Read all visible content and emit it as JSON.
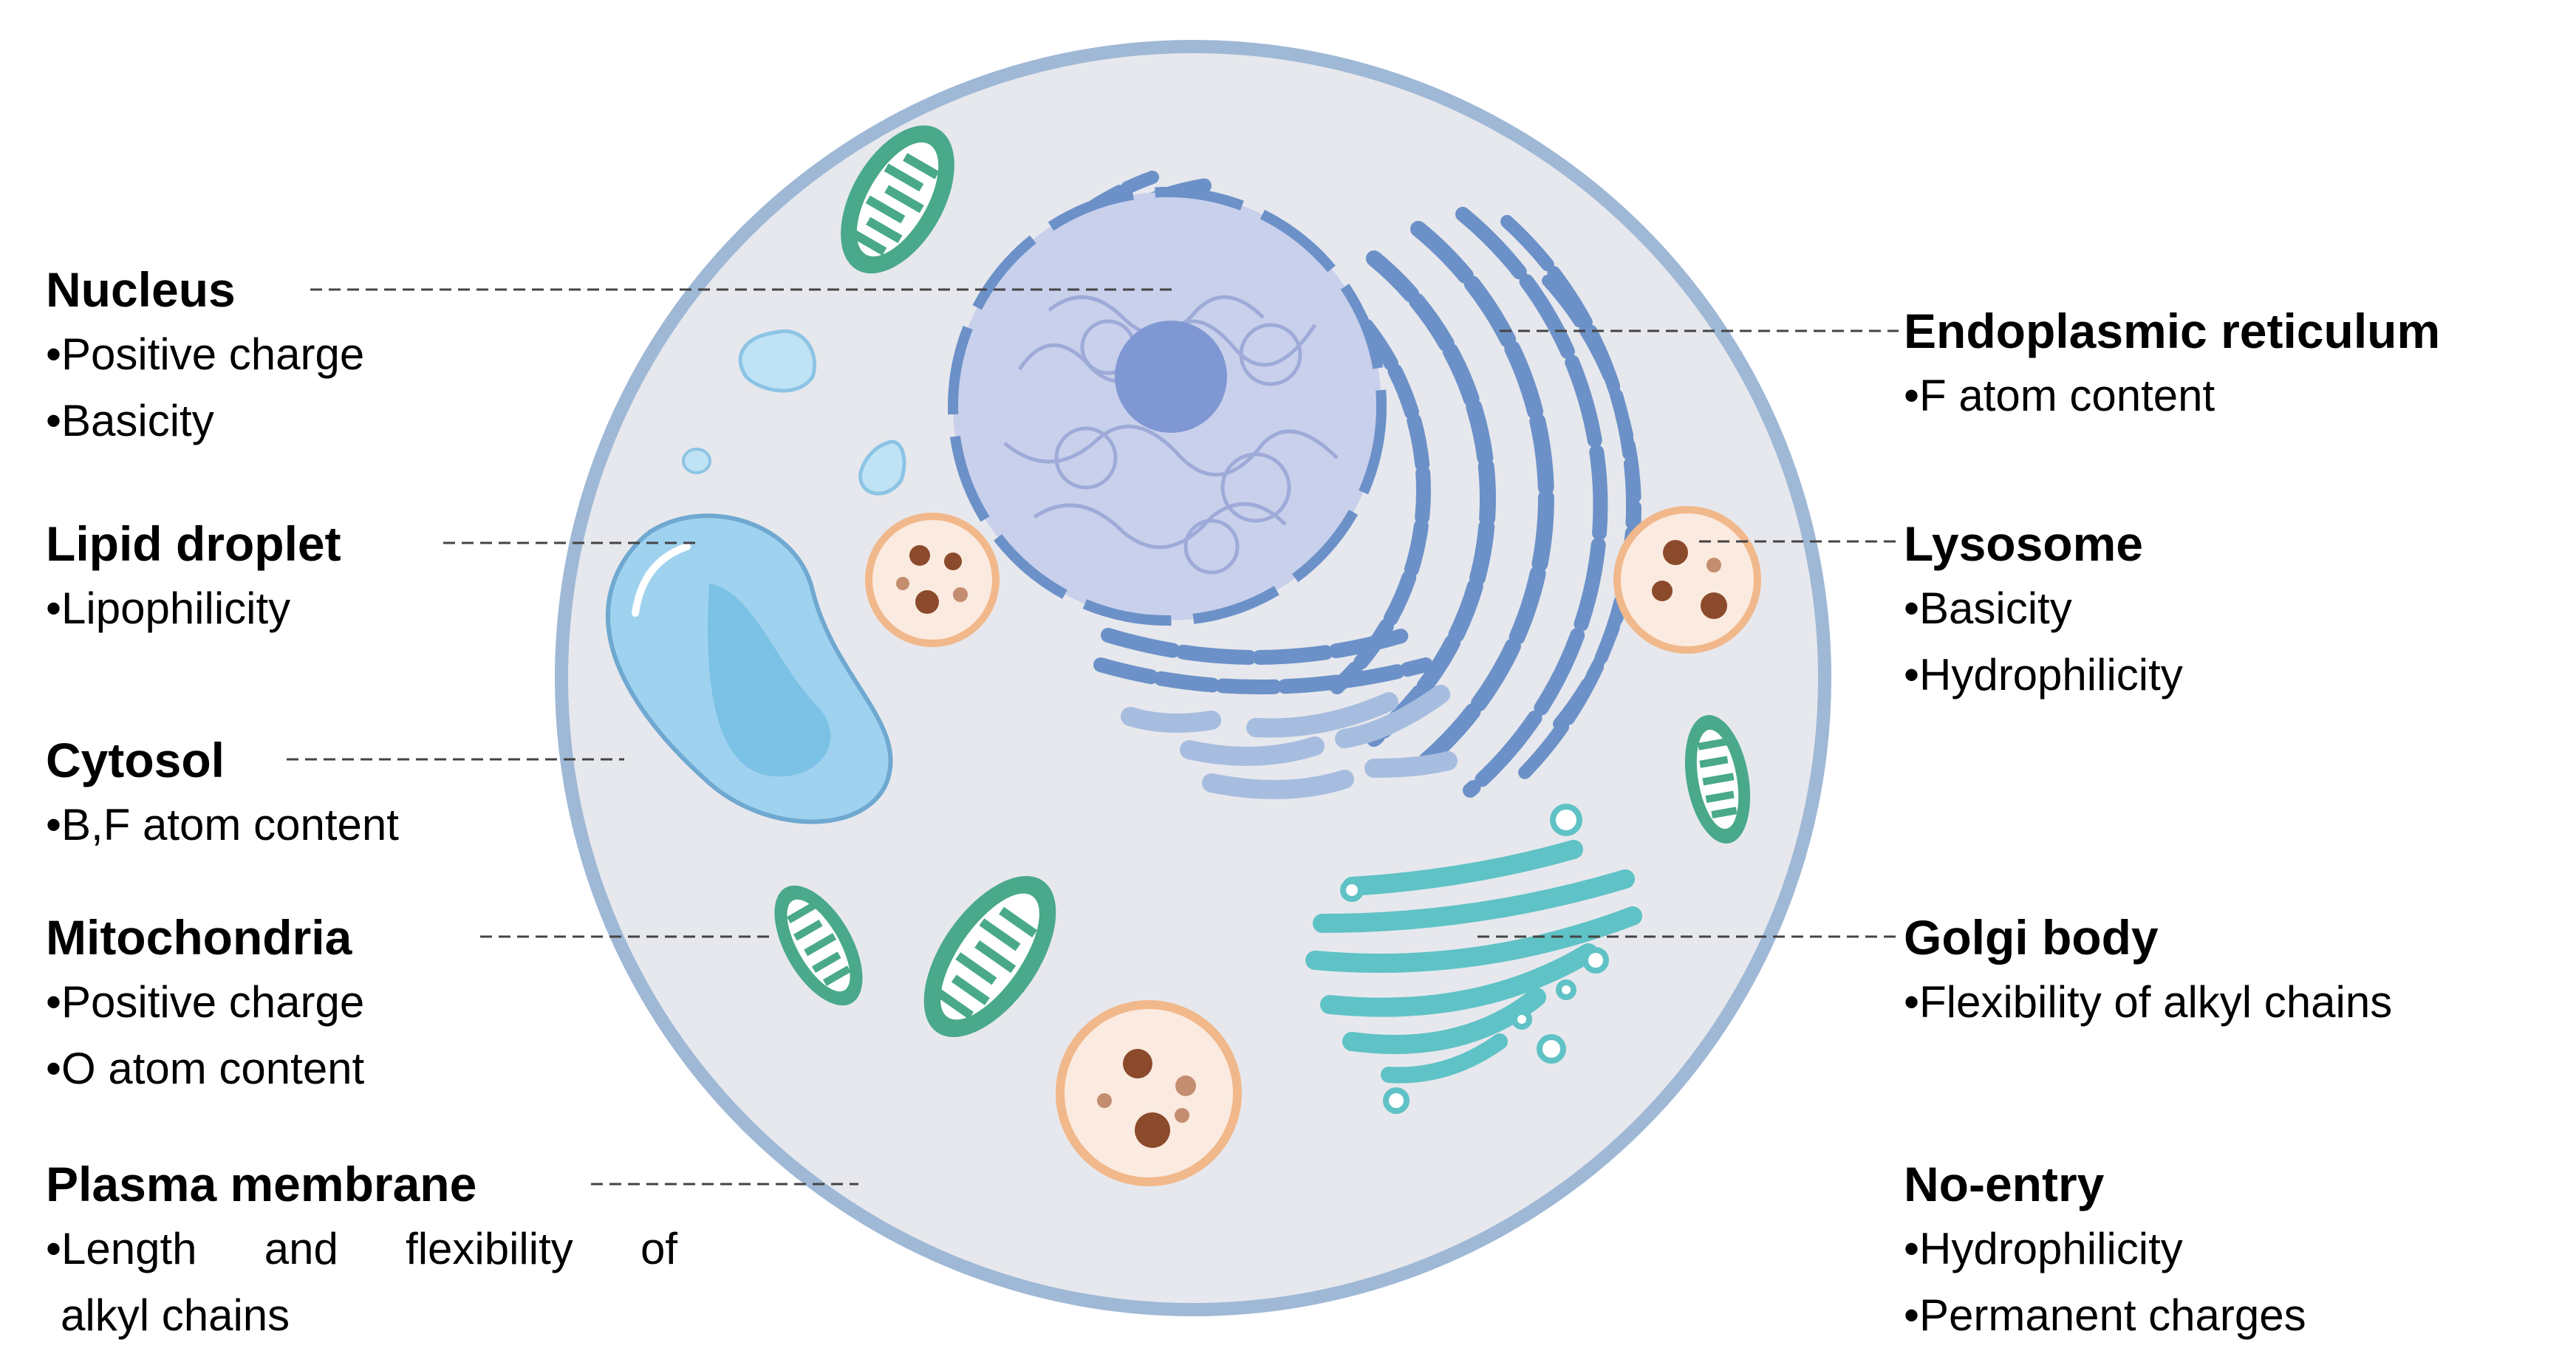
{
  "colors": {
    "cell_fill": "#e6e8ed",
    "cell_border": "#9fb8d6",
    "nucleus": "#c9d0ec",
    "nucleolus": "#7f97d2",
    "er": "#6c91c8",
    "mitochondria": "#49a98a",
    "lysosome": "#f1b88b",
    "lipid": "#9ed2ef",
    "golgi": "#5fc2c6",
    "leader": "#444444"
  },
  "labels": {
    "nucleus": {
      "title": "Nucleus",
      "props": [
        "•Positive charge",
        "•Basicity"
      ]
    },
    "lipid_droplet": {
      "title": "Lipid droplet",
      "props": [
        "•Lipophilicity"
      ]
    },
    "cytosol": {
      "title": "Cytosol",
      "props": [
        "•B,F atom content"
      ]
    },
    "mitochondria": {
      "title": "Mitochondria",
      "props": [
        "•Positive charge",
        "•O atom content"
      ]
    },
    "plasma_membrane": {
      "title": "Plasma membrane",
      "props": [
        "•Length and flexibility of",
        "alkyl chains"
      ]
    },
    "er": {
      "title": "Endoplasmic reticulum",
      "props": [
        "•F atom content"
      ]
    },
    "lysosome": {
      "title": "Lysosome",
      "props": [
        "•Basicity",
        "•Hydrophilicity"
      ]
    },
    "golgi": {
      "title": "Golgi body",
      "props": [
        "•Flexibility of alkyl chains"
      ]
    },
    "no_entry": {
      "title": "No-entry",
      "props": [
        "•Hydrophilicity",
        "•Permanent charges"
      ]
    }
  }
}
